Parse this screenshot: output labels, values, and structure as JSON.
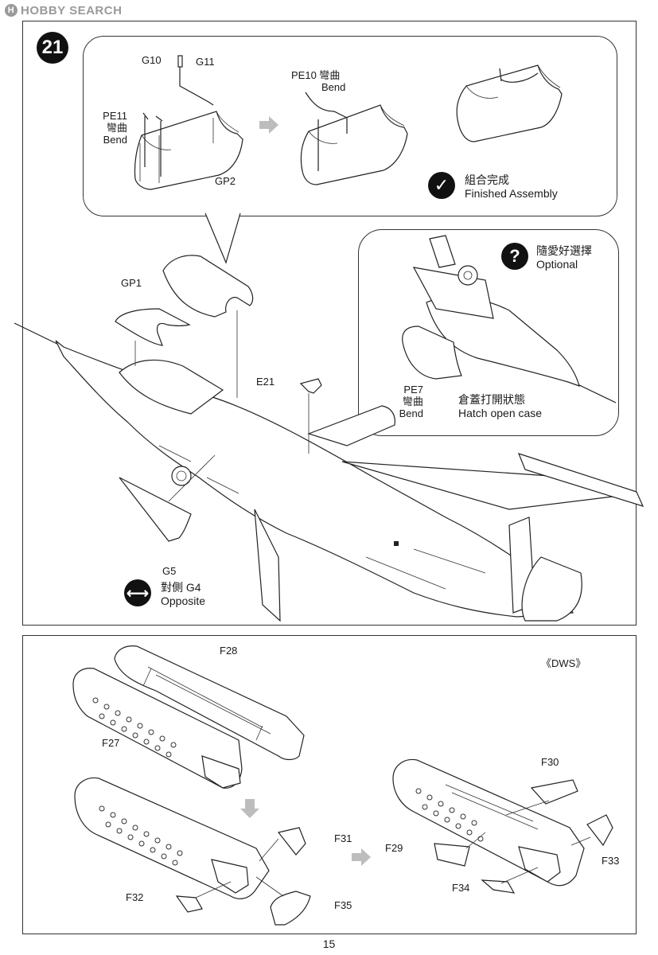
{
  "watermark": {
    "badge": "H",
    "text": "HOBBY SEARCH"
  },
  "step": {
    "number": "21"
  },
  "bubble_top": {
    "labels": {
      "g10": "G10",
      "g11": "G11",
      "pe11": "PE11",
      "pe11_cn": "彎曲",
      "pe11_en": "Bend",
      "pe10": "PE10 彎曲",
      "pe10_en": "Bend",
      "gp2": "GP2"
    },
    "finished": {
      "cn": "組合完成",
      "en": "Finished Assembly"
    }
  },
  "bubble_optional": {
    "optional": {
      "cn": "隨愛好選擇",
      "en": "Optional"
    },
    "labels": {
      "pe7": "PE7",
      "pe7_cn": "彎曲",
      "pe7_en": "Bend"
    },
    "hatch": {
      "cn": "倉蓋打開狀態",
      "en": "Hatch open case"
    }
  },
  "main_labels": {
    "gp1": "GP1",
    "e21": "E21",
    "g5": "G5"
  },
  "opposite": {
    "cn": "對側 G4",
    "en": "Opposite"
  },
  "bottom": {
    "dws": "《DWS》",
    "labels": {
      "f28": "F28",
      "f27": "F27",
      "f30": "F30",
      "f31": "F31",
      "f29": "F29",
      "f33": "F33",
      "f32": "F32",
      "f35": "F35",
      "f34": "F34"
    }
  },
  "page_number": "15",
  "icons": {
    "finished": "checkmark-icon",
    "optional": "question-icon",
    "opposite": "double-arrow-icon"
  }
}
